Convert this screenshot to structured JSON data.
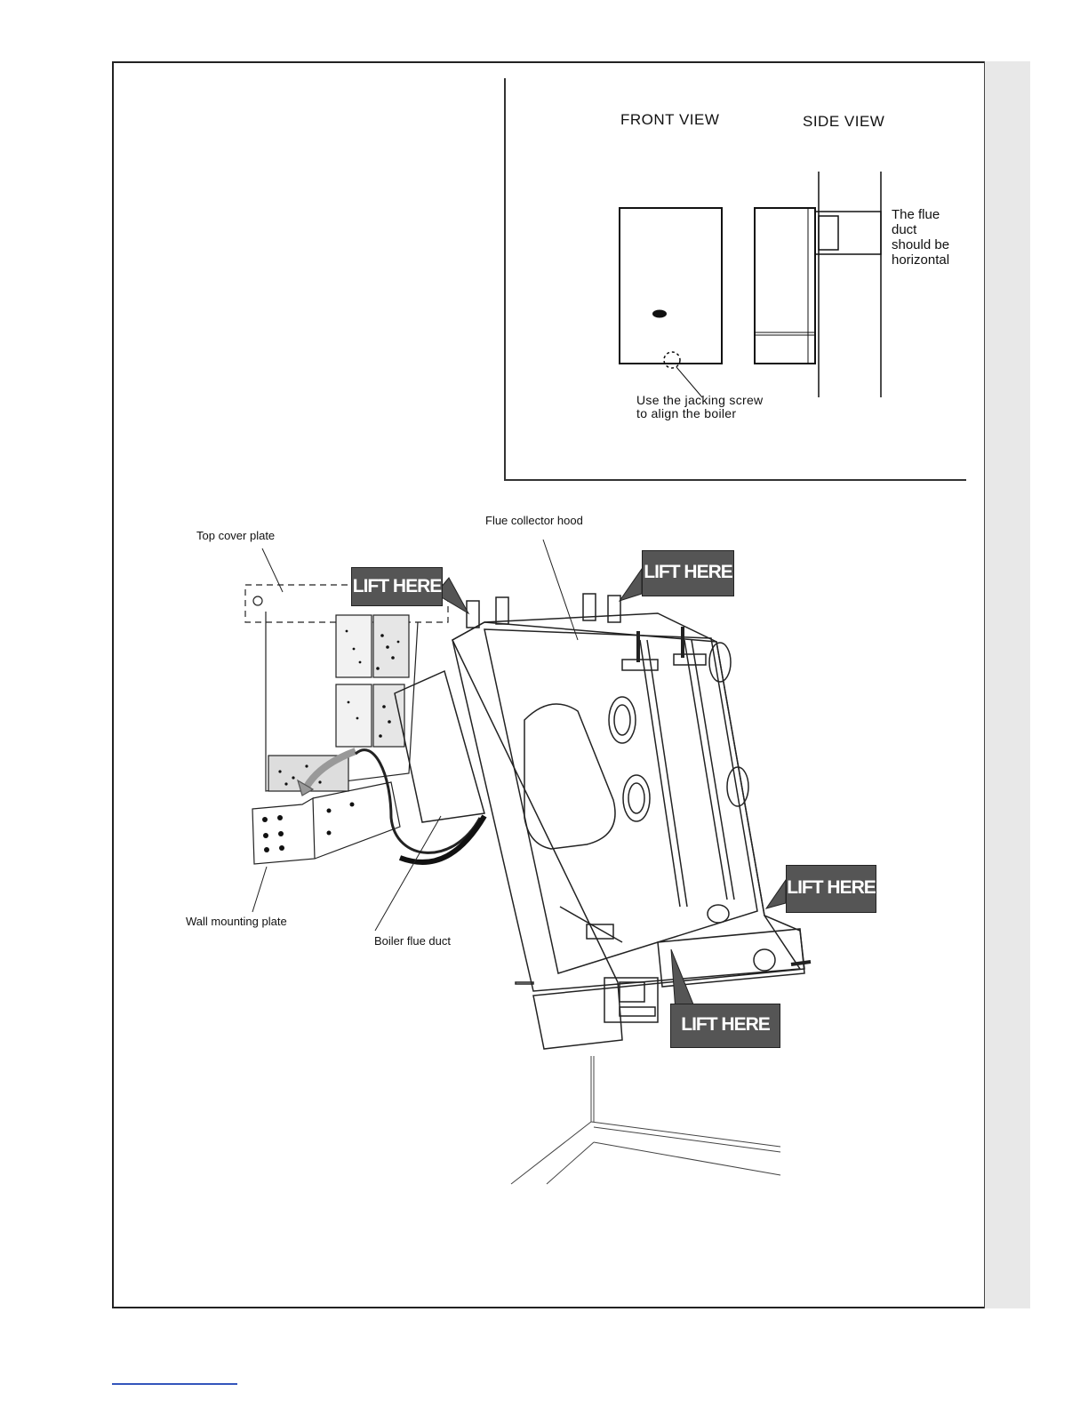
{
  "inset": {
    "front_view_label": "FRONT VIEW",
    "side_view_label": "SIDE VIEW",
    "flue_note": [
      "The flue",
      "duct",
      "should be",
      "horizontal"
    ],
    "jacking_note": [
      "Use the jacking screw",
      "to align the boiler"
    ]
  },
  "callouts": {
    "top_cover_plate": "Top cover plate",
    "flue_collector_hood": "Flue collector hood",
    "wall_mounting_plate": "Wall mounting plate",
    "boiler_flue_duct": "Boiler flue duct"
  },
  "lift_labels": {
    "top_left": "LIFT HERE",
    "top_right": "LIFT HERE",
    "right": "LIFT HERE",
    "bottom": "LIFT HERE"
  }
}
